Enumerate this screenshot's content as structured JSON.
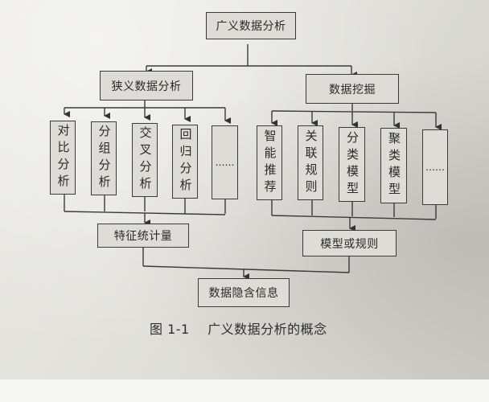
{
  "diagram": {
    "root": {
      "label": "广义数据分析"
    },
    "branches": [
      {
        "label": "狭义数据分析",
        "children": [
          "对比分析",
          "分组分析",
          "交叉分析",
          "回归分析",
          "……"
        ],
        "output": "特征统计量"
      },
      {
        "label": "数据挖掘",
        "children": [
          "智能推荐",
          "关联规则",
          "分类模型",
          "聚类模型",
          "……"
        ],
        "output": "模型或规则"
      }
    ],
    "final": {
      "label": "数据隐含信息"
    },
    "caption": "图 1-1    广义数据分析的概念"
  }
}
